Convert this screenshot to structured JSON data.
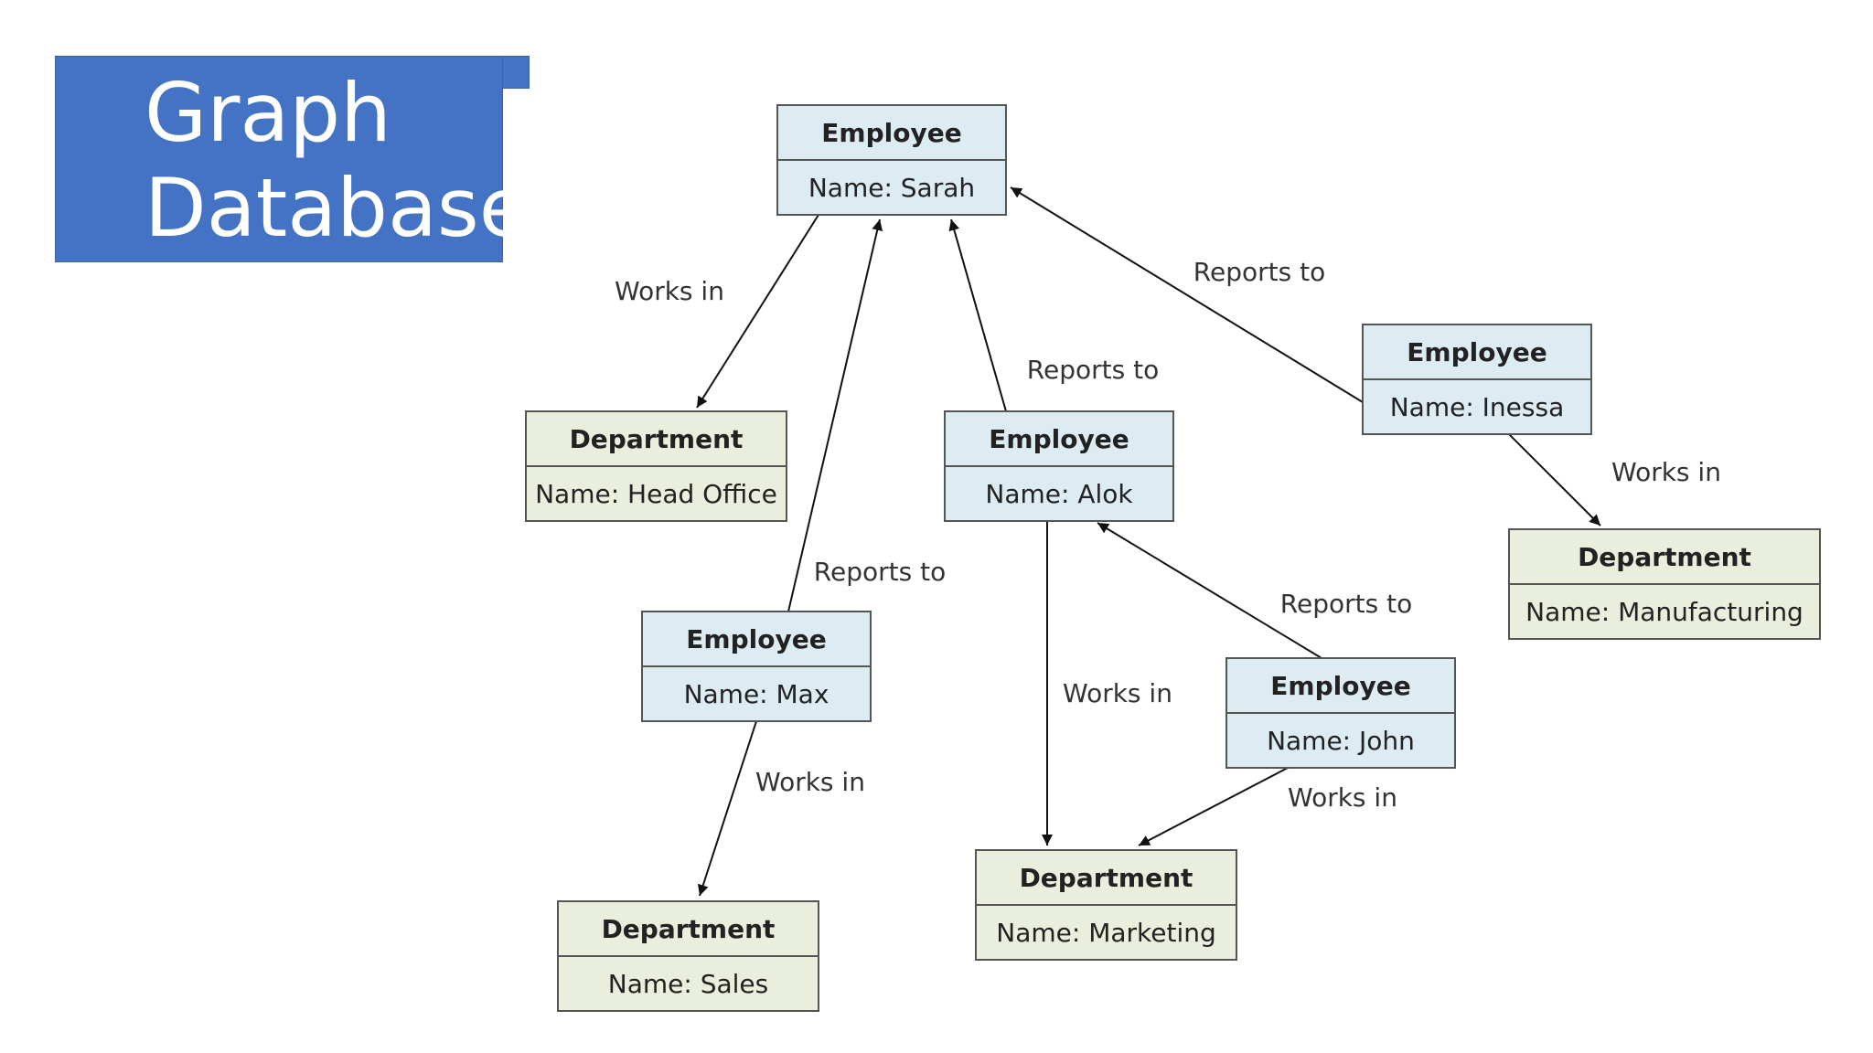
{
  "title": {
    "line1": "Graph",
    "line2": "Database"
  },
  "colors": {
    "title_bg": "#4472C4",
    "employee_fill": "#DDEBF3",
    "department_fill": "#EAEEDD",
    "border": "#555555",
    "edge": "#111111"
  },
  "nodes": [
    {
      "id": "sarah",
      "type": "employee",
      "title": "Employee",
      "value": "Name: Sarah"
    },
    {
      "id": "alok",
      "type": "employee",
      "title": "Employee",
      "value": "Name: Alok"
    },
    {
      "id": "inessa",
      "type": "employee",
      "title": "Employee",
      "value": "Name: Inessa"
    },
    {
      "id": "max",
      "type": "employee",
      "title": "Employee",
      "value": "Name: Max"
    },
    {
      "id": "john",
      "type": "employee",
      "title": "Employee",
      "value": "Name: John"
    },
    {
      "id": "head_office",
      "type": "department",
      "title": "Department",
      "value": "Name: Head Office"
    },
    {
      "id": "manufacturing",
      "type": "department",
      "title": "Department",
      "value": "Name: Manufacturing"
    },
    {
      "id": "sales",
      "type": "department",
      "title": "Department",
      "value": "Name: Sales"
    },
    {
      "id": "marketing",
      "type": "department",
      "title": "Department",
      "value": "Name: Marketing"
    }
  ],
  "edges": [
    {
      "from": "sarah",
      "to": "head_office",
      "label": "Works in"
    },
    {
      "from": "max",
      "to": "sarah",
      "label": "Reports to"
    },
    {
      "from": "alok",
      "to": "sarah",
      "label": "Reports to"
    },
    {
      "from": "inessa",
      "to": "sarah",
      "label": "Reports to"
    },
    {
      "from": "inessa",
      "to": "manufacturing",
      "label": "Works in"
    },
    {
      "from": "max",
      "to": "sales",
      "label": "Works in"
    },
    {
      "from": "alok",
      "to": "marketing",
      "label": "Works in"
    },
    {
      "from": "john",
      "to": "alok",
      "label": "Reports to"
    },
    {
      "from": "john",
      "to": "marketing",
      "label": "Works in"
    }
  ]
}
